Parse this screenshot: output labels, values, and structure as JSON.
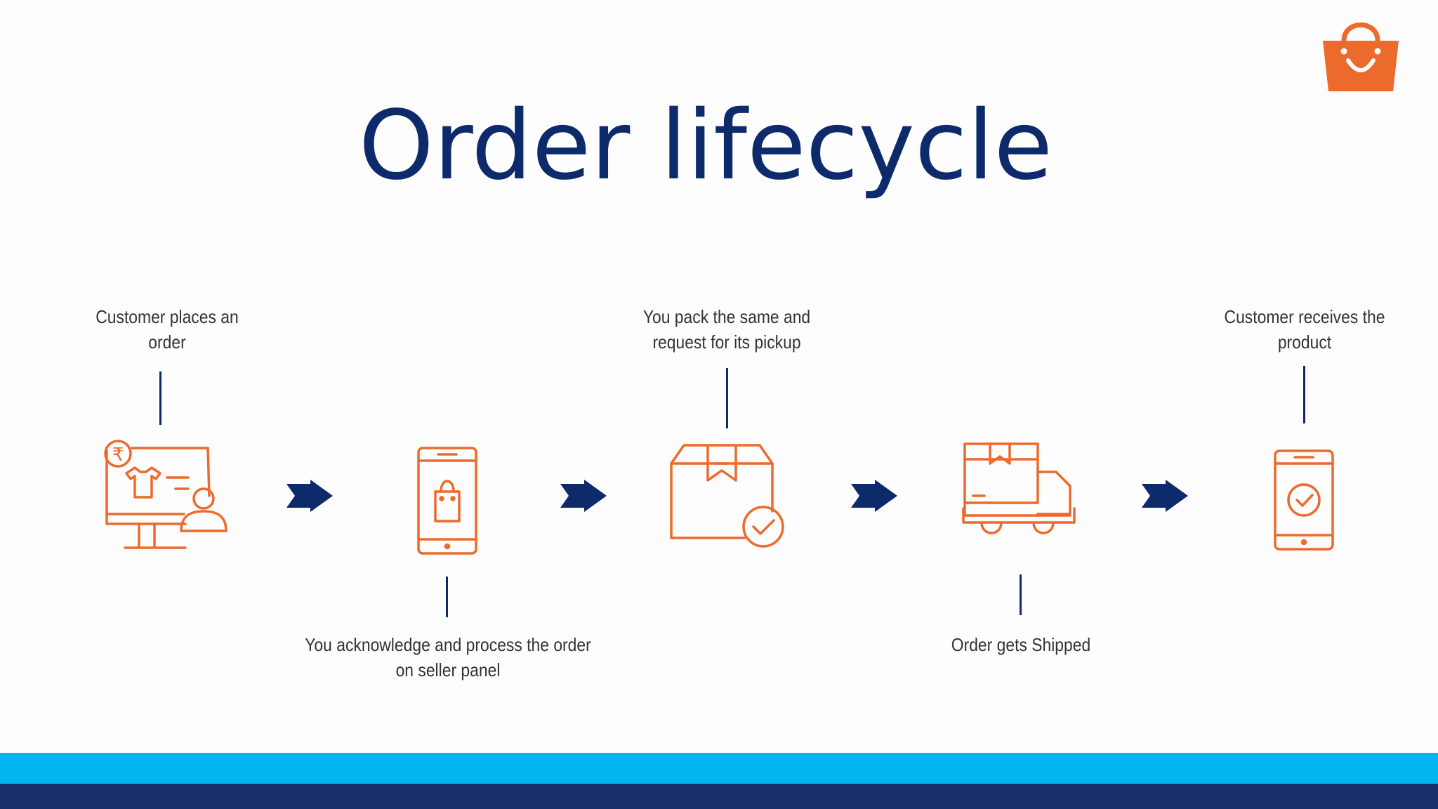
{
  "slide": {
    "title": "Order lifecycle",
    "accent_color": "#ec6b2c",
    "title_color": "#0d2a6b",
    "band_colors": [
      "#00b6ef",
      "#1b2f6b"
    ]
  },
  "steps": [
    {
      "caption_lines": [
        "Customer places an",
        "order"
      ],
      "icon": "monitor-shopper-icon"
    },
    {
      "caption_lines": [
        "You acknowledge and process the order",
        "on seller panel"
      ],
      "icon": "phone-bag-icon"
    },
    {
      "caption_lines": [
        "You pack the same and",
        "request for its pickup"
      ],
      "icon": "package-check-icon"
    },
    {
      "caption_lines": [
        "Order gets Shipped"
      ],
      "icon": "delivery-truck-icon"
    },
    {
      "caption_lines": [
        "Customer receives the",
        "product"
      ],
      "icon": "phone-check-icon"
    }
  ],
  "logo_icon": "shopping-bag-logo-icon",
  "arrow_icon": "arrow-right-icon",
  "rupee_symbol": "₹"
}
